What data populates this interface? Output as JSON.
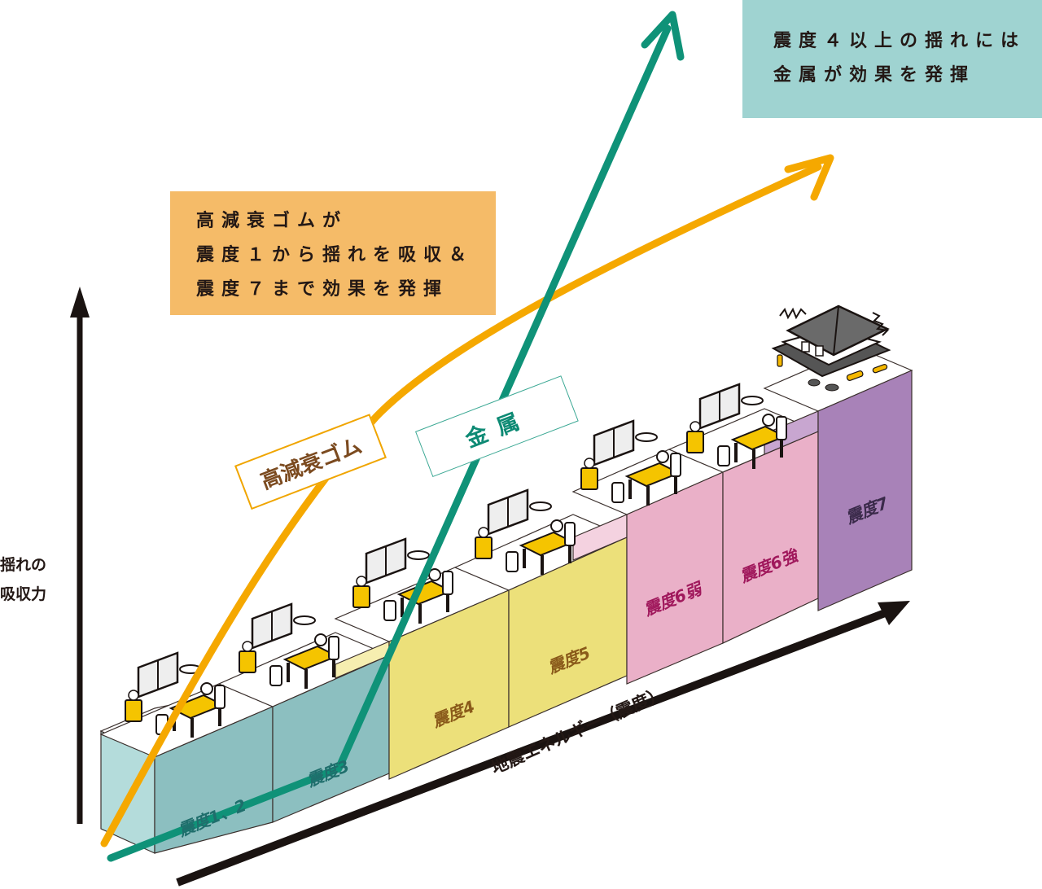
{
  "callouts": {
    "metal": {
      "lines": [
        "震度４以上の揺れには",
        "金属が効果を発揮"
      ],
      "bg": "#9fd3d1"
    },
    "rubber": {
      "lines": [
        "高減衰ゴムが",
        "震度１から揺れを吸収＆",
        "震度７まで効果を発揮"
      ],
      "bg": "#f5bb68"
    }
  },
  "axes": {
    "y_label_lines": [
      "揺れの",
      "吸収力"
    ],
    "x_label": "地震エネルギー（震度）"
  },
  "series": {
    "rubber": {
      "label": "高減衰ゴム",
      "color": "#f5a800"
    },
    "metal": {
      "label": "金属",
      "color": "#0f9278"
    }
  },
  "blocks": [
    {
      "label": "震度1、2",
      "face": "#8cbfc0",
      "side": "#b4dcdb",
      "text": "#1f6e6c"
    },
    {
      "label": "震度3",
      "face": "#8cbfc0",
      "side": "#b4dcdb",
      "text": "#1f6e6c"
    },
    {
      "label": "震度4",
      "face": "#ece07a",
      "side": "#f6eeb0",
      "text": "#8a5a1a"
    },
    {
      "label": "震度5",
      "face": "#ece07a",
      "side": "#f6eeb0",
      "text": "#8a5a1a"
    },
    {
      "label": "震度6弱",
      "face": "#eab0c8",
      "side": "#f4d2e0",
      "text": "#a0185c"
    },
    {
      "label": "震度6強",
      "face": "#eab0c8",
      "side": "#f4d2e0",
      "text": "#a0185c"
    },
    {
      "label": "震度7",
      "face": "#a882b8",
      "side": "#c8a6d0",
      "text": "#3a2a4a"
    }
  ],
  "chart_data": {
    "type": "line",
    "title": "",
    "xlabel": "地震エネルギー（震度）",
    "ylabel": "揺れの吸収力",
    "categories": [
      "震度1、2",
      "震度3",
      "震度4",
      "震度5",
      "震度6弱",
      "震度6強",
      "震度7"
    ],
    "series": [
      {
        "name": "高減衰ゴム",
        "note": "effective from 震度1 through 震度7, steady rise",
        "values": [
          1,
          2,
          3,
          3.6,
          4.2,
          4.8,
          5.4
        ]
      },
      {
        "name": "金属",
        "note": "low until 震度3, steep rise from 震度4",
        "values": [
          0.3,
          0.6,
          3,
          4.8,
          6.6,
          8.4,
          10
        ]
      }
    ],
    "annotations": [
      "震度４以上の揺れには金属が効果を発揮",
      "高減衰ゴムが震度１から揺れを吸収＆震度７まで効果を発揮"
    ],
    "grid": false,
    "legend": "inline-labels"
  }
}
